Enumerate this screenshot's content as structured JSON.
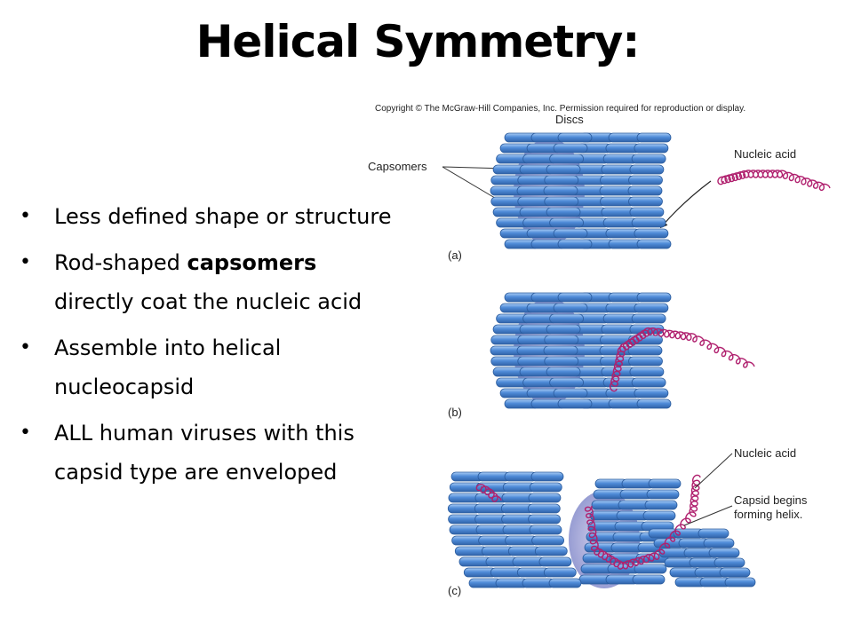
{
  "title": "Helical Symmetry:",
  "bullets": [
    {
      "text": "Less defined shape or structure"
    },
    {
      "pre": "Rod-shaped ",
      "bold": "capsomers",
      "post": " directly coat the nucleic acid"
    },
    {
      "text": "Assemble into helical nucleocapsid"
    },
    {
      "text": "ALL human viruses with this capsid type are enveloped"
    }
  ],
  "figure": {
    "copyright": "Copyright © The McGraw-Hill Companies, Inc. Permission required for reproduction or display.",
    "labels": {
      "discs": "Discs",
      "capsomers": "Capsomers",
      "nucleic_acid_a": "Nucleic acid",
      "nucleic_acid_c": "Nucleic acid",
      "capsid_line1": "Capsid begins",
      "capsid_line2": "forming helix."
    },
    "panels": [
      "(a)",
      "(b)",
      "(c)"
    ],
    "colors": {
      "capsomer_fill": "#4a86d4",
      "capsomer_light": "#8fbcf0",
      "capsomer_dark": "#2b5c9e",
      "nucleic_acid": "#b0206e"
    }
  }
}
